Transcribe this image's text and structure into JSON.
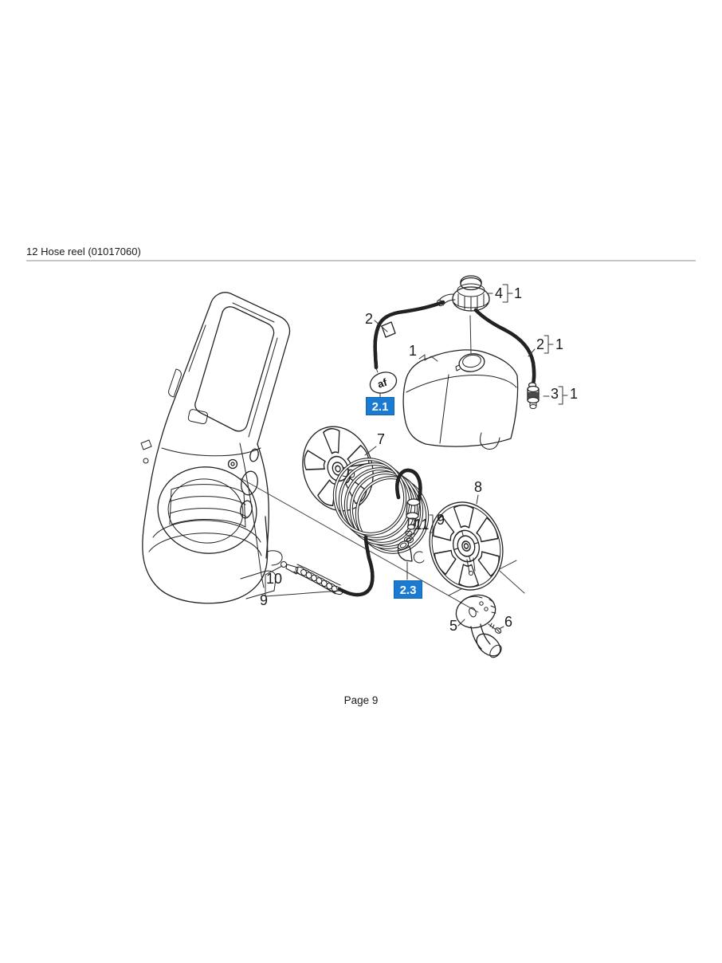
{
  "header": {
    "title": "12 Hose reel (01017060)"
  },
  "footer": {
    "page_label": "Page 9"
  },
  "diagram": {
    "section_links": {
      "upper": "2.1",
      "lower": "2.3"
    },
    "revision_marker": "af",
    "colors": {
      "link_blue": "#1b7ad2",
      "line_dark": "#222222"
    },
    "part_labels": {
      "tank": "1",
      "hose_left": "2",
      "cap": "4",
      "cap_qty": "1",
      "hose_right": "2",
      "hose_right_qty": "1",
      "fitting": "3",
      "fitting_qty": "1",
      "disc_front": "7",
      "disc_rear": "8",
      "orings": "11",
      "group_right": "9",
      "guard_oring": "10",
      "group_left": "9",
      "crank": "5",
      "screw": "6"
    }
  }
}
